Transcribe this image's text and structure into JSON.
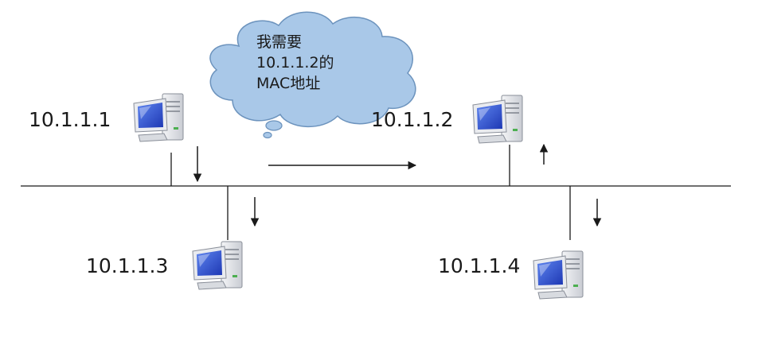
{
  "bubble": {
    "line1": "我需要",
    "line2": "10.1.1.2的",
    "line3": "MAC地址"
  },
  "hosts": [
    {
      "ip": "10.1.1.1"
    },
    {
      "ip": "10.1.1.2"
    },
    {
      "ip": "10.1.1.3"
    },
    {
      "ip": "10.1.1.4"
    }
  ],
  "colors": {
    "line": "#1a1a1a",
    "cloud_fill": "#a9c8e8",
    "cloud_stroke": "#6c93bd",
    "screen": "#2f4fd0",
    "case": "#e4e6ea"
  }
}
